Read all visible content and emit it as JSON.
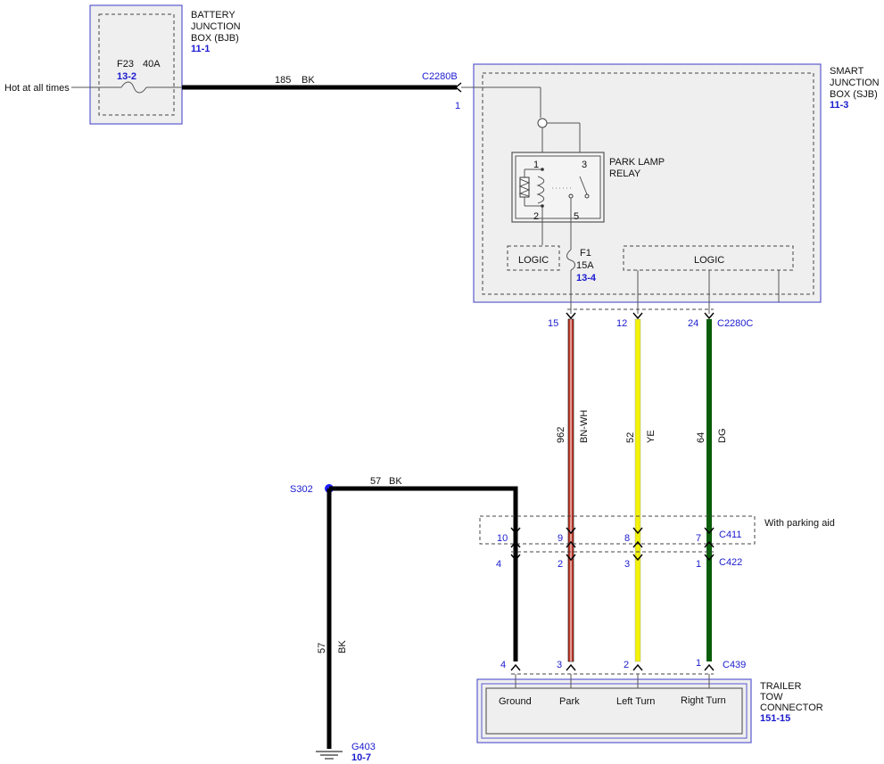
{
  "hot_label": "Hot at all times",
  "bjb": {
    "title_line1": "BATTERY",
    "title_line2": "JUNCTION",
    "title_line3": "BOX (BJB)",
    "ref": "11-1",
    "fuse_name": "F23",
    "fuse_rating": "40A",
    "fuse_ref": "13-2"
  },
  "wire_185": {
    "circuit": "185",
    "color": "BK"
  },
  "sjb": {
    "title_line1": "SMART",
    "title_line2": "JUNCTION",
    "title_line3": "BOX (SJB)",
    "ref": "11-3",
    "connector_in": "C2280B",
    "connector_in_pin": "1",
    "connector_out": "C2280C",
    "relay_line1": "PARK LAMP",
    "relay_line2": "RELAY",
    "relay_pin1": "1",
    "relay_pin2": "2",
    "relay_pin3": "3",
    "relay_pin5": "5",
    "logic_left": "LOGIC",
    "logic_right": "LOGIC",
    "fuse_name": "F1",
    "fuse_rating": "15A",
    "fuse_ref": "13-4"
  },
  "wires": [
    {
      "pin_top": "15",
      "circuit": "962",
      "color": "BN-WH",
      "pin_c411": "9",
      "pin_c422": "2",
      "pin_c439": "3",
      "hex": "#c0392b"
    },
    {
      "pin_top": "12",
      "circuit": "52",
      "color": "YE",
      "pin_c411": "8",
      "pin_c422": "3",
      "pin_c439": "2",
      "hex": "#f2f20a"
    },
    {
      "pin_top": "24",
      "circuit": "64",
      "color": "DG",
      "pin_c411": "7",
      "pin_c422": "1",
      "pin_c439": "1",
      "hex": "#0b5e0b"
    }
  ],
  "ground_wire": {
    "splice": "S302",
    "circuit": "57",
    "color": "BK",
    "pin_c411": "10",
    "pin_c422": "4",
    "pin_c439": "4",
    "ground": "G403",
    "ground_ref": "10-7"
  },
  "c411": {
    "name": "C411",
    "note": "With parking aid"
  },
  "c422": {
    "name": "C422"
  },
  "c439": {
    "name": "C439"
  },
  "trailer": {
    "title_line1": "TRAILER",
    "title_line2": "TOW",
    "title_line3": "CONNECTOR",
    "ref": "151-15",
    "pin_ground": "Ground",
    "pin_park": "Park",
    "pin_left": "Left Turn",
    "pin_right": "Right Turn"
  }
}
